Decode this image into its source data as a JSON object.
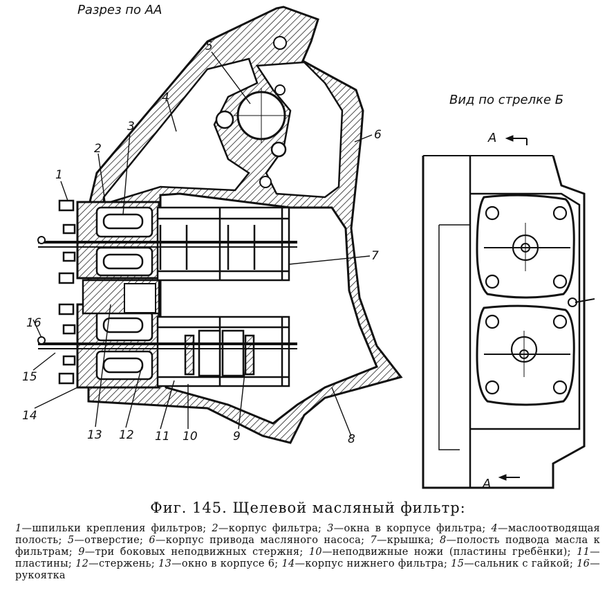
{
  "view_labels": {
    "section": "Разрез по АА",
    "arrow_view": "Вид по стрелке Б"
  },
  "section_marks": {
    "top": "А",
    "bottom": "А"
  },
  "callouts": [
    "1",
    "2",
    "3",
    "4",
    "5",
    "6",
    "7",
    "8",
    "9",
    "10",
    "11",
    "12",
    "13",
    "14",
    "15",
    "16"
  ],
  "figure_caption": "Фиг. 145. Щелевой масляный фильтр:",
  "legend": [
    {
      "num": "1",
      "text": "шпильки крепления фильтров;"
    },
    {
      "num": "2",
      "text": "корпус фильтра;"
    },
    {
      "num": "3",
      "text": "окна в корпусе фильтра;"
    },
    {
      "num": "4",
      "text": "маслоотводящая полость;"
    },
    {
      "num": "5",
      "text": "отверстие;"
    },
    {
      "num": "6",
      "text": "корпус привода масляного насоса;"
    },
    {
      "num": "7",
      "text": "крышка;"
    },
    {
      "num": "8",
      "text": "полость подвода масла к фильтрам;"
    },
    {
      "num": "9",
      "text": "три боковых неподвижных стержня;"
    },
    {
      "num": "10",
      "text": "неподвижные ножи (пластины гребёнки);"
    },
    {
      "num": "11",
      "text": "пластины;"
    },
    {
      "num": "12",
      "text": "стержень;"
    },
    {
      "num": "13",
      "text": "окно в корпусе 6;"
    },
    {
      "num": "14",
      "text": "корпус нижнего фильтра;"
    },
    {
      "num": "15",
      "text": "сальник с гайкой;"
    },
    {
      "num": "16",
      "text": "рукоятка"
    }
  ]
}
